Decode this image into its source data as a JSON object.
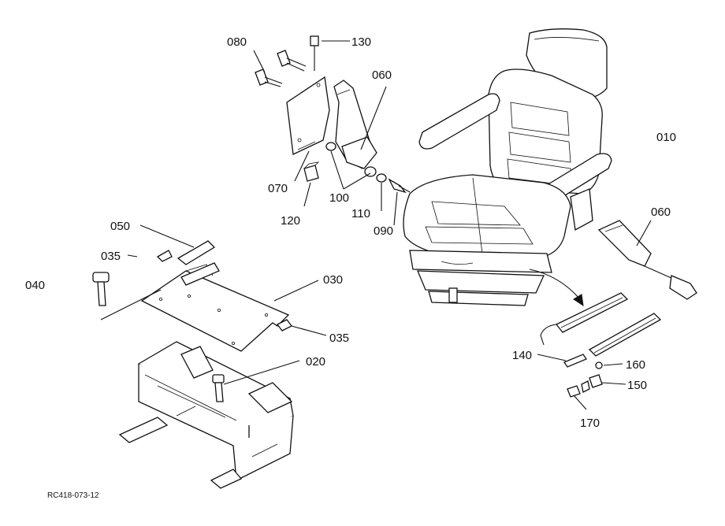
{
  "labels": {
    "p010": "010",
    "p020": "020",
    "p030": "030",
    "p035a": "035",
    "p035b": "035",
    "p040": "040",
    "p050": "050",
    "p060a": "060",
    "p060b": "060",
    "p070": "070",
    "p080": "080",
    "p090": "090",
    "p100": "100",
    "p110": "110",
    "p120": "120",
    "p130": "130",
    "p140": "140",
    "p150": "150",
    "p160": "160",
    "p170": "170"
  },
  "reference_code": "RC418-073-12"
}
